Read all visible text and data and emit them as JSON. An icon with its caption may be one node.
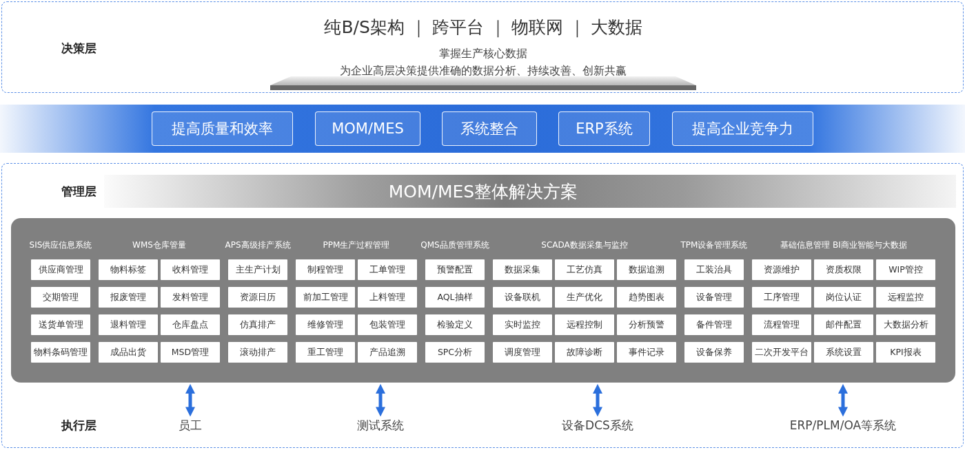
{
  "diagram": {
    "nodes": [
      {
        "text": [
          "决策层",
          "纯B/S架构 ｜ 跨平台 ｜ 物联网 ｜ 大数据"
        ]
      },
      {
        "text": [
          "掌握生产核心数据",
          "为企业高层决策提供准确的数据分析、持续改善、创新共赢"
        ],
        "in": 0
      },
      {
        "text": [],
        "shape": "bar"
      },
      {
        "text": [
          "提高质量和效率"
        ],
        "in": 2
      },
      {
        "text": [
          "MOM/MES"
        ],
        "in": 2
      },
      {
        "text": [
          "系统整合"
        ],
        "in": 2
      },
      {
        "text": [
          "ERP系统"
        ],
        "in": 2
      },
      {
        "text": [
          "提高企业竞争力"
        ],
        "in": 2
      },
      {
        "text": [
          "管理层",
          "执行层"
        ]
      },
      {
        "text": [
          "MOM/MES整体解决方案"
        ],
        "in": 8
      },
      {
        "text": [],
        "shape": "box",
        "in": 8
      },
      {
        "text": [
          "SIS供应信息系统"
        ],
        "in": 10
      },
      {
        "text": [
          "供应商管理"
        ],
        "in": 11
      },
      {
        "text": [
          "交期管理"
        ],
        "in": 11
      },
      {
        "text": [
          "送货单管理"
        ],
        "in": 11
      },
      {
        "text": [
          "物料条码管理"
        ],
        "in": 11
      },
      {
        "text": [
          "WMS仓库管量"
        ],
        "in": 10
      },
      {
        "text": [
          "物料标签"
        ],
        "in": 16
      },
      {
        "text": [
          "收料管理"
        ],
        "in": 16
      },
      {
        "text": [
          "报废管理"
        ],
        "in": 16
      },
      {
        "text": [
          "发料管理"
        ],
        "in": 16
      },
      {
        "text": [
          "退料管理"
        ],
        "in": 16
      },
      {
        "text": [
          "仓库盘点"
        ],
        "in": 16
      },
      {
        "text": [
          "成品出货"
        ],
        "in": 16
      },
      {
        "text": [
          "MSD管理"
        ],
        "in": 16
      },
      {
        "text": [
          "APS高级排产系统"
        ],
        "in": 10
      },
      {
        "text": [
          "主生产计划"
        ],
        "in": 25
      },
      {
        "text": [
          "资源日历"
        ],
        "in": 25
      },
      {
        "text": [
          "仿真排产"
        ],
        "in": 25
      },
      {
        "text": [
          "滚动排产"
        ],
        "in": 25
      },
      {
        "text": [
          "PPM生产过程管理"
        ],
        "in": 10
      },
      {
        "text": [
          "制程管理"
        ],
        "in": 30
      },
      {
        "text": [
          "工单管理"
        ],
        "in": 30
      },
      {
        "text": [
          "前加工管理"
        ],
        "in": 30
      },
      {
        "text": [
          "上料管理"
        ],
        "in": 30
      },
      {
        "text": [
          "维修管理"
        ],
        "in": 30
      },
      {
        "text": [
          "包装管理"
        ],
        "in": 30
      },
      {
        "text": [
          "重工管理"
        ],
        "in": 30
      },
      {
        "text": [
          "产品追溯"
        ],
        "in": 30
      },
      {
        "text": [
          "QMS品质管理系统"
        ],
        "in": 10
      },
      {
        "text": [
          "预警配置"
        ],
        "in": 39
      },
      {
        "text": [
          "AQL抽样"
        ],
        "in": 39
      },
      {
        "text": [
          "检验定义"
        ],
        "in": 39
      },
      {
        "text": [
          "SPC分析"
        ],
        "in": 39
      },
      {
        "text": [
          "SCADA数据采集与监控"
        ],
        "in": 10
      },
      {
        "text": [
          "数据采集"
        ],
        "in": 44
      },
      {
        "text": [
          "工艺仿真"
        ],
        "in": 44
      },
      {
        "text": [
          "数据追溯"
        ],
        "in": 44
      },
      {
        "text": [
          "设备联机"
        ],
        "in": 44
      },
      {
        "text": [
          "生产优化"
        ],
        "in": 44
      },
      {
        "text": [
          "趋势图表"
        ],
        "in": 44
      },
      {
        "text": [
          "实时监控"
        ],
        "in": 44
      },
      {
        "text": [
          "远程控制"
        ],
        "in": 44
      },
      {
        "text": [
          "分析预警"
        ],
        "in": 44
      },
      {
        "text": [
          "调度管理"
        ],
        "in": 44
      },
      {
        "text": [
          "故障诊断"
        ],
        "in": 44
      },
      {
        "text": [
          "事件记录"
        ],
        "in": 44
      },
      {
        "text": [
          "TPM设备管理系统"
        ],
        "in": 10
      },
      {
        "text": [
          "工装治具"
        ],
        "in": 57
      },
      {
        "text": [
          "设备管理"
        ],
        "in": 57
      },
      {
        "text": [
          "备件管理"
        ],
        "in": 57
      },
      {
        "text": [
          "设备保养"
        ],
        "in": 57
      },
      {
        "text": [
          "基础信息管理 BI商业智能与大数据"
        ],
        "in": 10
      },
      {
        "text": [
          "资源维护"
        ],
        "in": 62
      },
      {
        "text": [
          "资质权限"
        ],
        "in": 62
      },
      {
        "text": [
          "WIP管控"
        ],
        "in": 62
      },
      {
        "text": [
          "工序管理"
        ],
        "in": 62
      },
      {
        "text": [
          "岗位认证"
        ],
        "in": 62
      },
      {
        "text": [
          "远程监控"
        ],
        "in": 62
      },
      {
        "text": [
          "流程管理"
        ],
        "in": 62
      },
      {
        "text": [
          "邮件配置"
        ],
        "in": 62
      },
      {
        "text": [
          "大数据分析"
        ],
        "in": 62
      },
      {
        "text": [
          "二次开发平台"
        ],
        "in": 62
      },
      {
        "text": [
          "系统设置"
        ],
        "in": 62
      },
      {
        "text": [
          "KPI报表"
        ],
        "in": 62
      },
      {
        "text": [
          "员工"
        ],
        "in": 8
      },
      {
        "text": [
          "测试系统"
        ],
        "in": 8
      },
      {
        "text": [
          "设备DCS系统"
        ],
        "in": 8
      },
      {
        "text": [
          "ERP/PLM/OA等系统"
        ],
        "in": 8
      }
    ],
    "edges": [
      {
        "from": 10,
        "to": 75,
        "arrow": "both"
      },
      {
        "from": 10,
        "to": 76,
        "arrow": "both"
      },
      {
        "from": 10,
        "to": 77,
        "arrow": "both"
      },
      {
        "from": 10,
        "to": 78,
        "arrow": "both"
      }
    ]
  }
}
